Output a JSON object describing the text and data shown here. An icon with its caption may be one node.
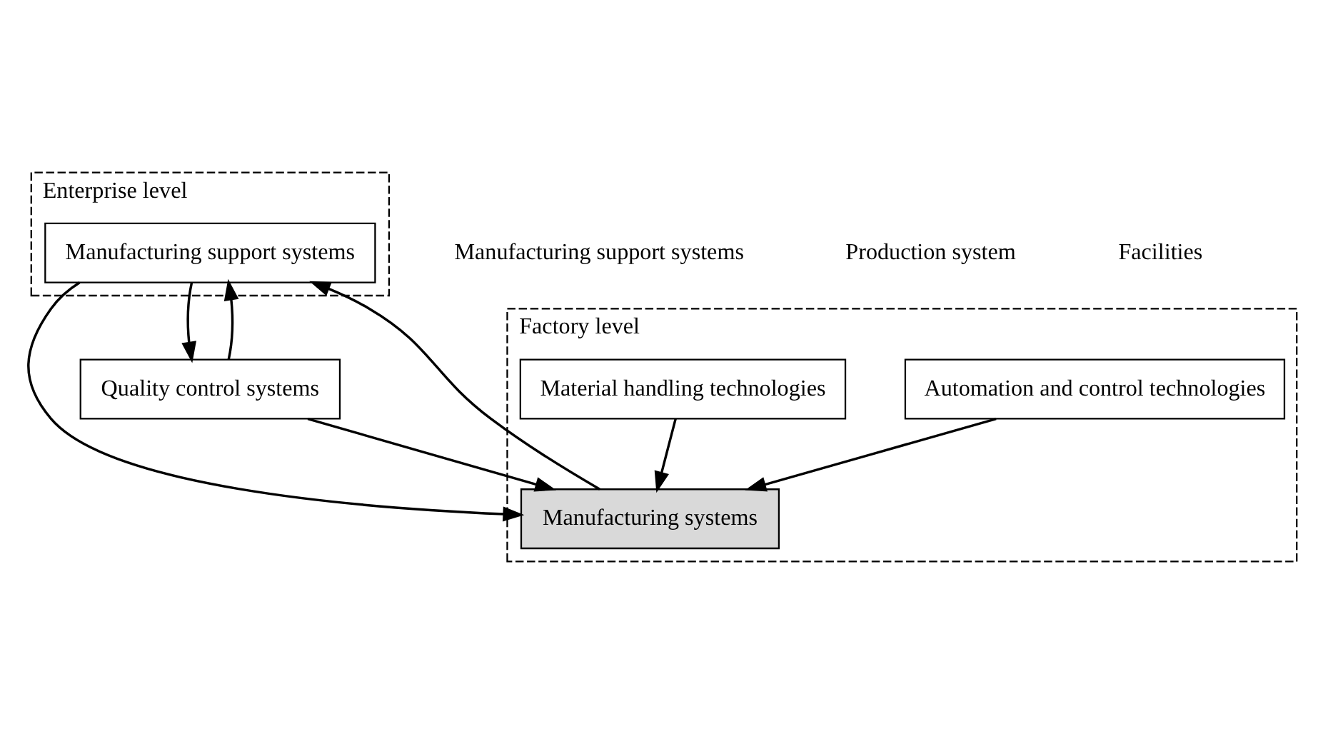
{
  "diagram": {
    "nodes": [
      {
        "text": [
          "Enterprise level"
        ]
      },
      {
        "text": [
          "Manufacturing support systems"
        ],
        "in": 0
      },
      {
        "text": [
          "Factory level"
        ]
      },
      {
        "text": [
          "Quality control systems"
        ]
      },
      {
        "text": [
          "Manufacturing systems"
        ],
        "in": 2
      },
      {
        "text": [
          "Automation and control technologies"
        ],
        "in": 2
      },
      {
        "text": [
          "Material handling technologies"
        ],
        "in": 2
      }
    ],
    "edges": [
      {
        "from": 1,
        "to": 3,
        "arrow": "to"
      },
      {
        "from": 3,
        "to": 1,
        "arrow": "to"
      },
      {
        "from": 1,
        "to": 4,
        "arrow": "to"
      },
      {
        "from": 4,
        "to": 1,
        "arrow": "to"
      },
      {
        "from": 3,
        "to": 4,
        "arrow": "to"
      },
      {
        "from": 5,
        "to": 4,
        "arrow": "to"
      },
      {
        "from": 6,
        "to": 4,
        "arrow": "to"
      }
    ],
    "labels": [
      "Manufacturing support systems",
      "Production system",
      "Facilities"
    ]
  }
}
